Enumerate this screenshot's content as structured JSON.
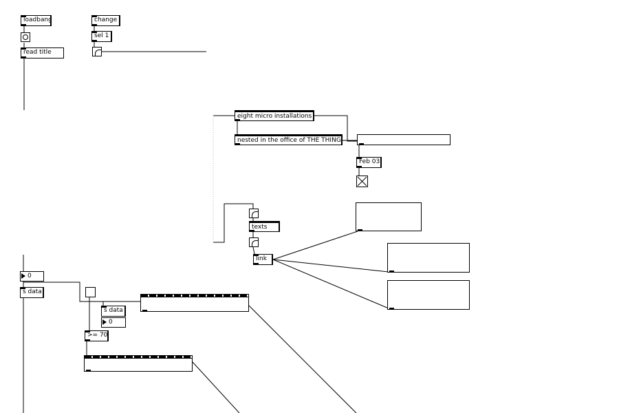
{
  "patch": {
    "loadbang": "loadbang",
    "change": "change",
    "sel1": "sel 1",
    "read_title": "read title",
    "msg_installations": "eight micro installations",
    "msg_nested": "nested in the office of THE THING",
    "date_box": "Feb 03",
    "texts": "texts",
    "link": "link",
    "number_top": "0",
    "s_data_left": "s data",
    "s_data_mid": "s data",
    "number_mid": "0",
    "compare": ">= 70"
  }
}
